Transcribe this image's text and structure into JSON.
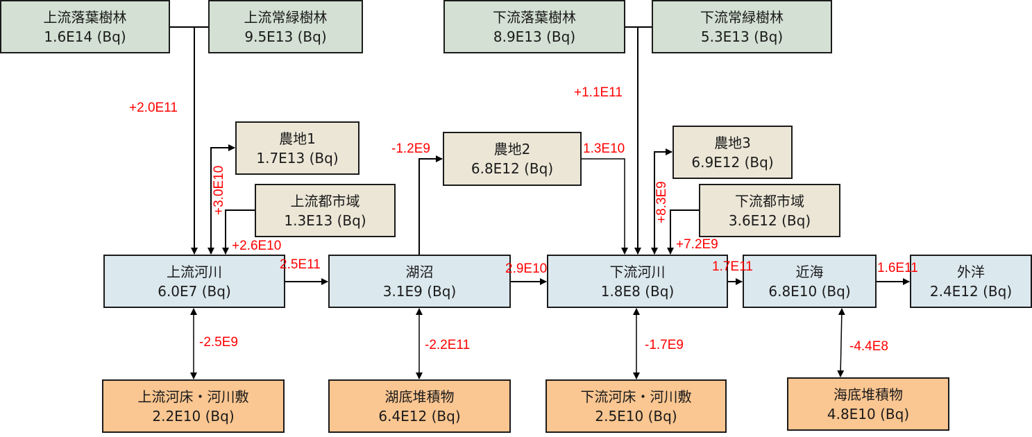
{
  "unit": "(Bq)",
  "compartments": {
    "upstream_deciduous": {
      "name": "上流落葉樹林",
      "value": "1.6E14 (Bq)"
    },
    "upstream_evergreen": {
      "name": "上流常緑樹林",
      "value": "9.5E13 (Bq)"
    },
    "downstream_deciduous": {
      "name": "下流落葉樹林",
      "value": "8.9E13 (Bq)"
    },
    "downstream_evergreen": {
      "name": "下流常緑樹林",
      "value": "5.3E13 (Bq)"
    },
    "farmland1": {
      "name": "農地1",
      "value": "1.7E13 (Bq)"
    },
    "upstream_urban": {
      "name": "上流都市域",
      "value": "1.3E13 (Bq)"
    },
    "farmland2": {
      "name": "農地2",
      "value": "6.8E12 (Bq)"
    },
    "farmland3": {
      "name": "農地3",
      "value": "6.9E12 (Bq)"
    },
    "downstream_urban": {
      "name": "下流都市域",
      "value": "3.6E12 (Bq)"
    },
    "upstream_river": {
      "name": "上流河川",
      "value": "6.0E7 (Bq)"
    },
    "lake": {
      "name": "湖沼",
      "value": "3.1E9 (Bq)"
    },
    "downstream_river": {
      "name": "下流河川",
      "value": "1.8E8 (Bq)"
    },
    "coastal_sea": {
      "name": "近海",
      "value": "6.8E10 (Bq)"
    },
    "open_ocean": {
      "name": "外洋",
      "value": "2.4E12 (Bq)"
    },
    "upstream_riverbed": {
      "name": "上流河床・河川敷",
      "value": "2.2E10 (Bq)"
    },
    "lake_sediment": {
      "name": "湖底堆積物",
      "value": "6.4E12 (Bq)"
    },
    "downstream_riverbed": {
      "name": "下流河床・河川敷",
      "value": "2.5E10 (Bq)"
    },
    "seabed_sediment": {
      "name": "海底堆積物",
      "value": "4.8E10 (Bq)"
    }
  },
  "flows": {
    "upstream_forest_to_river": "+2.0E11",
    "farmland1_exchange": "+3.0E10",
    "upstream_urban_to_river": "+2.6E10",
    "upstream_river_to_lake": "2.5E11",
    "lake_to_farmland2": "-1.2E9",
    "farmland2_to_downstream_river": "1.3E10",
    "downstream_forest_to_river": "+1.1E11",
    "farmland3_exchange": "+8.3E9",
    "downstream_urban_to_river": "+7.2E9",
    "lake_to_downstream_river": "2.9E10",
    "downstream_river_to_coastal": "1.7E11",
    "coastal_to_ocean": "1.6E11",
    "upstream_river_bed_exchange": "-2.5E9",
    "lake_sediment_exchange": "-2.2E11",
    "downstream_river_bed_exchange": "-1.7E9",
    "seabed_exchange": "-4.4E8"
  },
  "colors": {
    "forest": "#d3e0d3",
    "land": "#ebe6d6",
    "water": "#dbe8ee",
    "sediment": "#fac691",
    "flow_label": "#ff0000",
    "line": "#000000"
  }
}
